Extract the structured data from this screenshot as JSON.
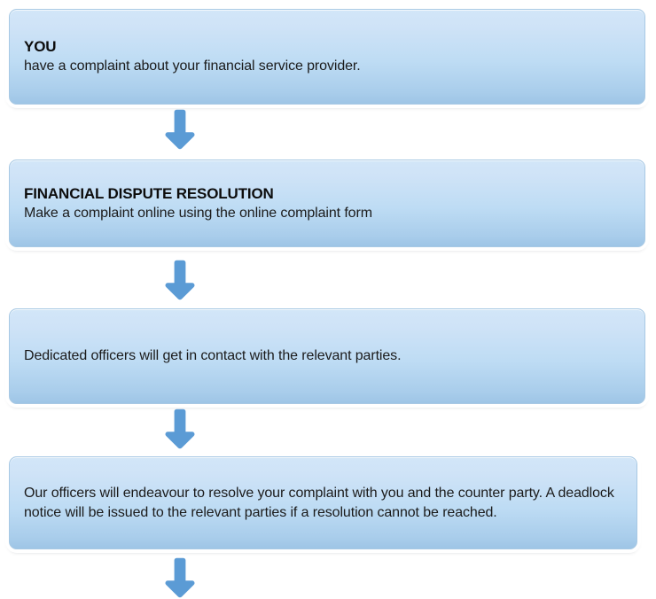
{
  "diagram": {
    "title": "Financial dispute resolution complaint process flowchart",
    "accent_color": "#5b9bd5",
    "box_fill_top": "#d2e6f8",
    "box_fill_bottom": "#9ec5e6",
    "box_border_color": "#a8c9e4",
    "text_color": "#1b1b1b",
    "steps": [
      {
        "id": "step-you",
        "title": "YOU",
        "body": "have a complaint about your financial service provider."
      },
      {
        "id": "step-financial-dispute-resolution",
        "title": "FINANCIAL DISPUTE RESOLUTION",
        "body": "Make a complaint online using the online complaint form"
      },
      {
        "id": "step-dedicated-officers",
        "title": "",
        "body": "Dedicated officers will get in contact with the relevant parties."
      },
      {
        "id": "step-resolution-attempt",
        "title": "",
        "body": "Our officers will endeavour to resolve your complaint with you and the counter party. A deadlock notice will be issued to the relevant parties if a resolution cannot be reached."
      }
    ],
    "connectors": [
      {
        "id": "connector-1",
        "icon": "arrow-down-icon"
      },
      {
        "id": "connector-2",
        "icon": "arrow-down-icon"
      },
      {
        "id": "connector-3",
        "icon": "arrow-down-icon"
      },
      {
        "id": "connector-4",
        "icon": "arrow-down-icon"
      }
    ]
  }
}
